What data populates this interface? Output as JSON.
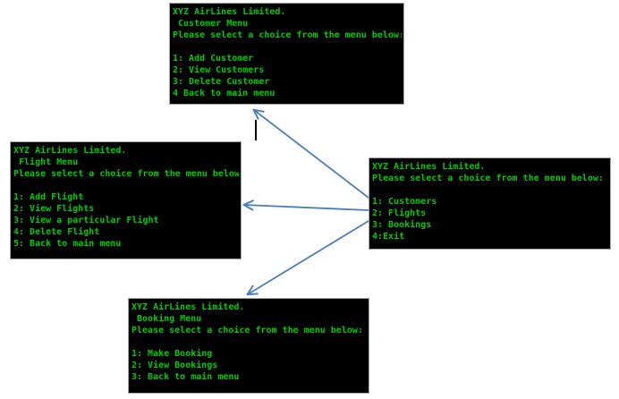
{
  "colors": {
    "terminal_bg": "#000000",
    "terminal_text": "#00cc00",
    "arrow": "#4a7ebb",
    "canvas_bg": "#ffffff"
  },
  "terminals": {
    "customer": {
      "lines": [
        "XYZ AirLines Limited.",
        " Customer Menu",
        "Please select a choice from the menu below:",
        "",
        "1: Add Customer",
        "2: View Customers",
        "3: Delete Customer",
        "4 Back to main menu"
      ]
    },
    "flight": {
      "lines": [
        "XYZ AirLines Limited.",
        " Flight Menu",
        "Please select a choice from the menu below:",
        "",
        "1: Add Flight",
        "2: View Flights",
        "3: View a particular Flight",
        "4: Delete Flight",
        "5: Back to main menu"
      ]
    },
    "main": {
      "lines": [
        "XYZ AirLines Limited.",
        "Please select a choice from the menu below:",
        "",
        "1: Customers",
        "2: Flights",
        "3: Bookings",
        "4:Exit"
      ]
    },
    "booking": {
      "lines": [
        "XYZ AirLines Limited.",
        " Booking Menu",
        "Please select a choice from the menu below:",
        "",
        "1: Make Booking",
        "2: View Bookings",
        "3: Back to main menu"
      ]
    }
  },
  "connections": [
    {
      "from": "main-menu",
      "to": "customer-menu"
    },
    {
      "from": "main-menu",
      "to": "flight-menu"
    },
    {
      "from": "main-menu",
      "to": "booking-menu"
    }
  ]
}
